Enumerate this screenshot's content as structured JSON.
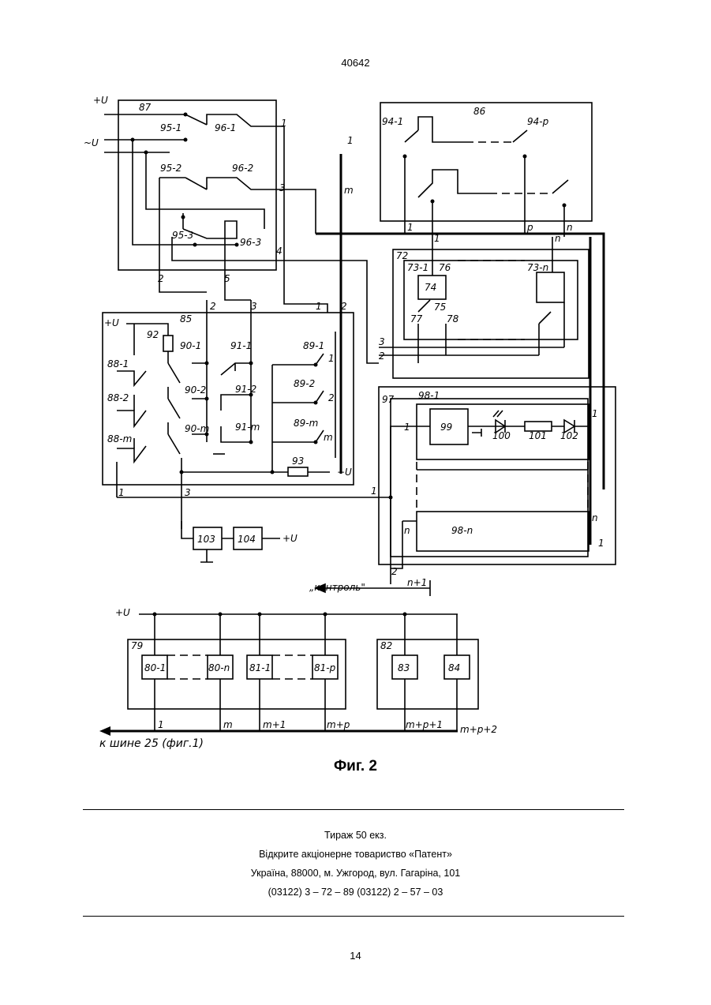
{
  "header": {
    "doc_number": "40642"
  },
  "figure": {
    "caption": "Фиг. 2",
    "supply_labels": {
      "u_plus_top": "+U",
      "u_ac": "~U",
      "u_plus_85": "+U",
      "u_minus": "−U",
      "u_plus_103": "+U",
      "u_plus_bottom": "+U"
    },
    "block_ids": {
      "b87": "87",
      "b86": "86",
      "b85": "85",
      "b72": "72",
      "b97": "97",
      "b79": "79",
      "b82": "82",
      "r92": "92",
      "r93": "93",
      "u74": "74",
      "u99": "99",
      "d100": "100",
      "r101": "101",
      "d102": "102",
      "u103": "103",
      "u104": "104",
      "u80_1": "80-1",
      "u80_n": "80-n",
      "u81_1": "81-1",
      "u81_p": "81-p",
      "u83": "83",
      "u84": "84",
      "r98_1": "98-1",
      "r98_n": "98-n",
      "r73_1": "73-1",
      "r73_n": "73-n"
    },
    "contact_labels": {
      "c95_1": "95-1",
      "c96_1": "96-1",
      "c95_2": "95-2",
      "c96_2": "96-2",
      "c95_3": "95-3",
      "c96_3": "96-3",
      "c94_1": "94-1",
      "c94_p": "94-p",
      "c88_1": "88-1",
      "c88_2": "88-2",
      "c88_m": "88-m",
      "c90_1": "90-1",
      "c90_2": "90-2",
      "c90_m": "90-m",
      "c91_1": "91-1",
      "c91_2": "91-2",
      "c91_m": "91-m",
      "c89_1": "89-1",
      "c89_2": "89-2",
      "c89_m": "89-m",
      "c76": "76",
      "c75": "75",
      "c77": "77",
      "c78": "78"
    },
    "terminal_labels": {
      "t87_1": "1",
      "t87_3": "3",
      "t87_4": "4",
      "t87_2": "2",
      "t87_5": "5",
      "t86_1": "1",
      "t86_p": "p",
      "t86_n": "n",
      "t_m": "m",
      "t_1": "1",
      "t85_2": "2",
      "t85_3": "3",
      "t85_1": "1",
      "t85_2b": "2",
      "t85_out1": "1",
      "t85_out3": "3",
      "t89_1": "1",
      "t89_2": "2",
      "t89_m": "m",
      "t72_3": "3",
      "t72_2": "2",
      "t72_1": "1",
      "t72_n": "n",
      "t97_1": "1",
      "t97_1r": "1",
      "t97_n": "n",
      "t97_nr": "n",
      "t97_1b": "1",
      "t97_2": "2",
      "t97_n1": "n+1",
      "t_1c": "1"
    },
    "control_label": "„контроль\"",
    "bottom_terminals": [
      "1",
      "m",
      "m+1",
      "m+p",
      "m+p+1",
      "m+p+2"
    ],
    "bus_label": "к шине 25 (фиг.1)"
  },
  "imprint": {
    "circulation": "Тираж 50 екз.",
    "publisher": "Відкрите акціонерне товариство «Патент»",
    "address": "Україна, 88000, м. Ужгород, вул. Гагаріна, 101",
    "phones": "(03122) 3 – 72 – 89   (03122) 2 – 57 – 03"
  },
  "footer": {
    "page_number": "14"
  }
}
